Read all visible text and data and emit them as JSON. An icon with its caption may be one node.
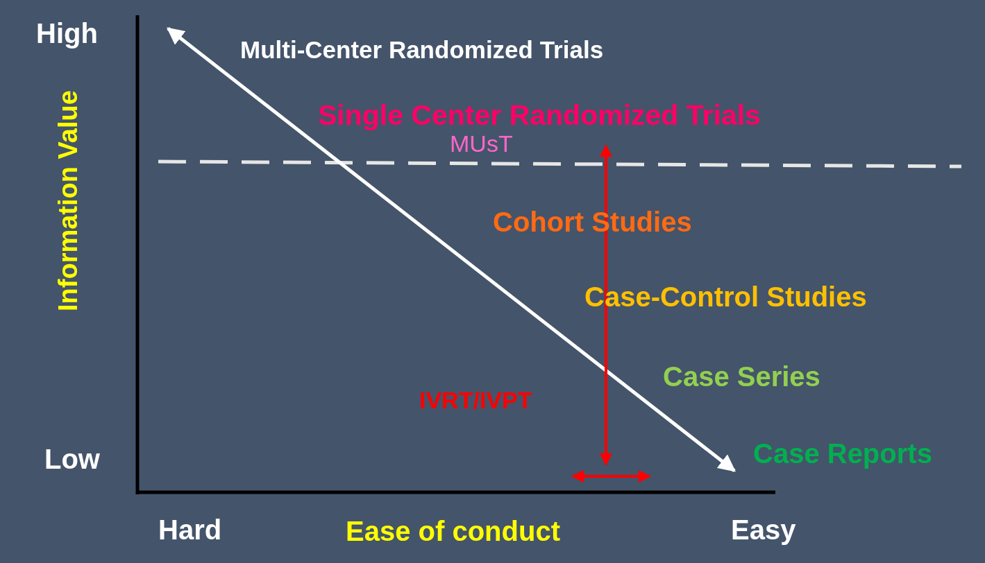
{
  "diagram": {
    "labels": [
      "High",
      "Low",
      "Information Value",
      "Multi-Center Randomized Trials",
      "Single Center Randomized Trials",
      "MUsT",
      "Cohort Studies",
      "Case-Control Studies",
      "Case Series",
      "IVRT/IVPT",
      "Case Reports",
      "Hard",
      "Ease of conduct",
      "Easy"
    ]
  }
}
